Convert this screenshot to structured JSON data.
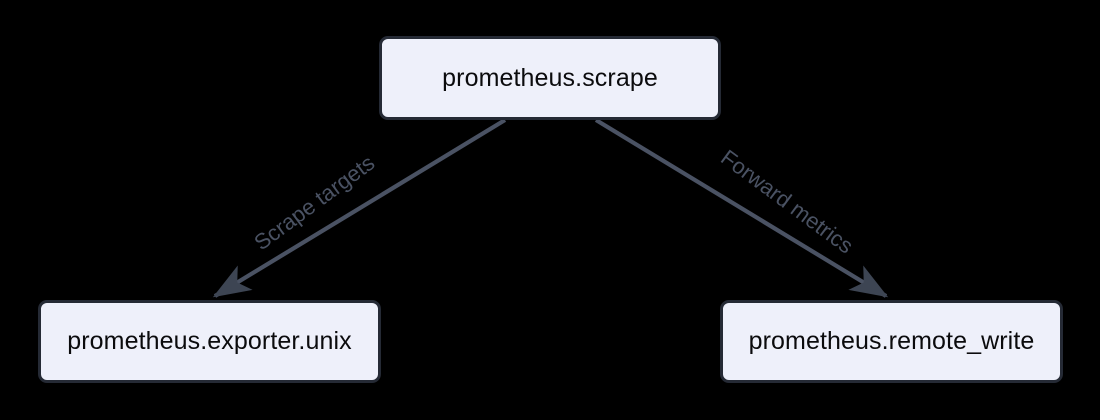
{
  "diagram": {
    "type": "flowchart",
    "direction": "top-down",
    "background_color": "#000000",
    "nodes": [
      {
        "id": "scrape",
        "label": "prometheus.scrape",
        "shape": "rounded-rectangle",
        "fill_color": "#eef0fa",
        "border_color": "#252a35",
        "text_color": "#0b0b0d"
      },
      {
        "id": "exporter_unix",
        "label": "prometheus.exporter.unix",
        "shape": "rounded-rectangle",
        "fill_color": "#eef0fa",
        "border_color": "#252a35",
        "text_color": "#0b0b0d"
      },
      {
        "id": "remote_write",
        "label": "prometheus.remote_write",
        "shape": "rounded-rectangle",
        "fill_color": "#eef0fa",
        "border_color": "#252a35",
        "text_color": "#0b0b0d"
      }
    ],
    "edges": [
      {
        "id": "edge_scrape_targets",
        "from": "scrape",
        "to": "exporter_unix",
        "label": "Scrape targets",
        "arrowhead": "solid-triangle",
        "line_color": "#4a5263",
        "label_color": "#4a5263"
      },
      {
        "id": "edge_forward_metrics",
        "from": "scrape",
        "to": "remote_write",
        "label": "Forward metrics",
        "arrowhead": "solid-triangle",
        "line_color": "#4a5263",
        "label_color": "#4a5263"
      }
    ]
  }
}
